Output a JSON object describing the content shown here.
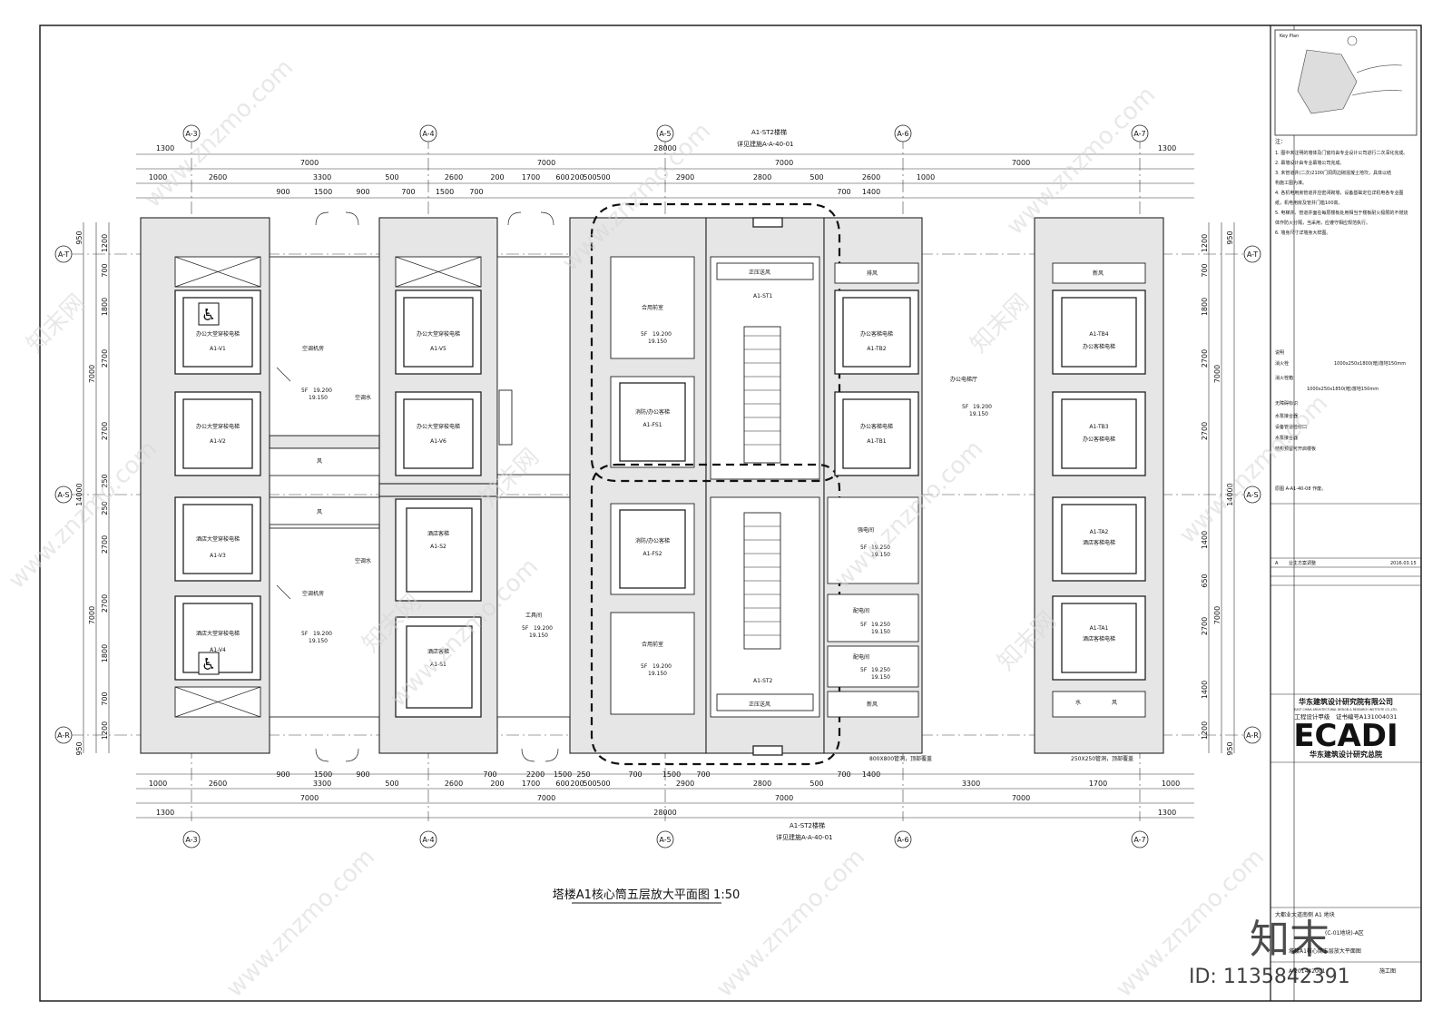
{
  "drawing": {
    "title": "塔楼A1核心筒五层放大平面图 1:50",
    "top_ref_label": "A1-ST2楼梯",
    "top_ref_detail": "详见建施A-A-40-01",
    "bottom_ref_label": "A1-ST2楼梯",
    "bottom_ref_detail": "详见建施A-A-40-01",
    "grid_cols": [
      "A-3",
      "A-4",
      "A-5",
      "A-6",
      "A-7"
    ],
    "grid_rows": [
      "A-T",
      "A-S",
      "A-R"
    ],
    "top_dims_1": [
      "1300",
      "28000",
      "1300"
    ],
    "top_dims_2": [
      "7000",
      "7000",
      "7000",
      "7000"
    ],
    "top_dims_3": [
      "1000",
      "2600",
      "3300",
      "500",
      "2600",
      "200",
      "1700",
      "600",
      "200",
      "500",
      "500",
      "2900",
      "2800",
      "500",
      "2600",
      "1000"
    ],
    "top_dims_4": [
      "900",
      "1500",
      "900",
      "700",
      "1500",
      "700",
      "700",
      "1400"
    ],
    "bottom_dims_1": [
      "1000",
      "2600",
      "3300",
      "500",
      "2600",
      "200",
      "1700",
      "600",
      "200",
      "500",
      "500",
      "2900",
      "2800",
      "500",
      "3300",
      "1700",
      "1000"
    ],
    "bottom_dims_2": [
      "900",
      "1500",
      "900",
      "700",
      "2200",
      "1500",
      "250",
      "700",
      "1500",
      "700",
      "700",
      "1400"
    ],
    "bottom_dims_3": [
      "7000",
      "7000",
      "7000",
      "7000"
    ],
    "bottom_dims_4": [
      "1300",
      "28000",
      "1300"
    ],
    "left_dims_1": [
      "950",
      "14000",
      "950"
    ],
    "left_dims_2": [
      "7000",
      "7000"
    ],
    "left_dims_3": [
      "1200",
      "700",
      "1800",
      "2700",
      "2700",
      "250",
      "250",
      "2700",
      "2700",
      "1800",
      "700",
      "1200"
    ],
    "right_dims_1": [
      "950",
      "14000",
      "950"
    ],
    "right_dims_2": [
      "7000",
      "7000"
    ],
    "right_dims_3": [
      "1200",
      "700",
      "1800",
      "2700",
      "2700",
      "1400",
      "650",
      "2700",
      "1400",
      "1200"
    ],
    "rooms": {
      "v1": "办公大堂穿梭电梯",
      "v1_id": "A1-V1",
      "v2": "办公大堂穿梭电梯",
      "v2_id": "A1-V2",
      "v3": "酒店大堂穿梭电梯",
      "v3_id": "A1-V3",
      "v4": "酒店大堂穿梭电梯",
      "v4_id": "A1-V4",
      "v5": "办公大堂穿梭电梯",
      "v5_id": "A1-V5",
      "v6": "办公大堂穿梭电梯",
      "v6_id": "A1-V6",
      "s2": "酒店客梯",
      "s2_id": "A1-S2",
      "s1": "酒店客梯",
      "s1_id": "A1-S1",
      "ac1": "空调机房",
      "ac1_lv": "5F",
      "ac1_el": "19.200",
      "ac1_el2": "19.150",
      "ac2": "空调机房",
      "ac2_lv": "5F",
      "ac2_el": "19.200",
      "ac2_el2": "19.150",
      "feng": "风",
      "pipe": "空调水",
      "toilet1": "合用前室",
      "toilet1_lv": "5F",
      "toilet1_el": "19.200",
      "toilet1_el2": "19.150",
      "toilet2": "合用前室",
      "toilet2_lv": "5F",
      "toilet2_el": "19.200",
      "toilet2_el2": "19.150",
      "fs1": "消防/办公客梯",
      "fs1_id": "A1-FS1",
      "fs2": "消防/办公客梯",
      "fs2_id": "A1-FS2",
      "st1": "A1-ST1",
      "st2": "A1-ST2",
      "zyfs": "正压送风",
      "zyfs2": "正压送风",
      "office_hall": "办公电梯厅",
      "office_hall_lv": "5F",
      "office_hall_el": "19.200",
      "office_hall_el2": "19.150",
      "tb2": "办公客梯电梯",
      "tb2_id": "A1-TB2",
      "tb1": "办公客梯电梯",
      "tb1_id": "A1-TB1",
      "tb4": "办公客梯电梯",
      "tb4_id": "A1-TB4",
      "tb3": "办公客梯电梯",
      "tb3_id": "A1-TB3",
      "ta2": "酒店客梯电梯",
      "ta2_id": "A1-TA2",
      "ta1": "酒店客梯电梯",
      "ta1_id": "A1-TA1",
      "paifeng": "排风",
      "xinfeng": "新风",
      "elec": "强电间",
      "elec_lv": "5F",
      "elec_el": "19.250",
      "elec_el2": "19.150",
      "elec2": "配电间",
      "elec2_lv": "5F",
      "elec2_el": "19.250",
      "elec2_el2": "19.150",
      "elec3": "配电间",
      "elec3_lv": "5F",
      "elec3_el": "19.250",
      "elec3_el2": "19.150",
      "tool": "工具间",
      "tool_lv": "5F",
      "tool_el": "19.200",
      "tool_el2": "19.150",
      "fw": "风",
      "shui": "水",
      "note_pipe": "250X250管洞，顶部覆盖",
      "note_pipe2": "800X800管洞，顶部覆盖"
    }
  },
  "titleblock": {
    "key_plan": "Key Plan",
    "notes_head": "注：",
    "notes": [
      "1. 图中未注明的墙体及门窗均由专业设计公司进行二次深化完成。",
      "2. 幕墙设计由专业幕墙公司完成。",
      "3. 未管道井(二次)2100门洞周边砌混凝土地坎，具体以结",
      "   构施工图为准。",
      "4. 各机电用房管道井应密闭砌墙，设备基础定位详机电各专业图",
      "   纸，机电用房及管井门槛100高。",
      "5. 电梯井、管道井面在每层楼板处用相当于楼板耐火极限的不燃烧",
      "   体作防火分隔，当采用，应遵守相应规范执行。",
      "6. 墙身尺寸详墙身大样图。"
    ],
    "legend_head": "说明",
    "legend_1": "消火栓",
    "legend_1v": "1000x250x1800(暗)落地150mm",
    "legend_2": "消火栓箱",
    "legend_2v": "1000x250x1850(暗)落地150mm",
    "legend_3": "无障碍标识",
    "legend_4": "水泵接合器",
    "legend_5": "设备管道检修口",
    "legend_6": "水泵接合器",
    "legend_7": "结构预留可开启楼板",
    "ref_note": "原图 A-A1-40-08 作废。",
    "rev_a": "A",
    "rev_a_text": "业主方案调整",
    "rev_a_date": "2016.03.15",
    "company_cn": "华东建筑设计研究院有限公司",
    "company_en": "EAST CHINA ARCHITECTURAL DESIGN & RESEARCH INSTITUTE CO.,LTD.",
    "license": "工程设计甲级　证书编号A131004031",
    "logo": "ECADI",
    "logo_sub": "华东建筑设计研究总院",
    "project_1": "大都业大道南侧 A1 地块",
    "project_2": "(C-01地块)-A区",
    "sheet_title": "塔楼A1核心筒五层放大平面图",
    "sheet_no": "A-201442001",
    "stage": "施工图"
  },
  "watermark": {
    "site": "www.znzmo.com",
    "brand": "知末网",
    "corner_logo": "知末",
    "id": "ID: 1135842391"
  }
}
